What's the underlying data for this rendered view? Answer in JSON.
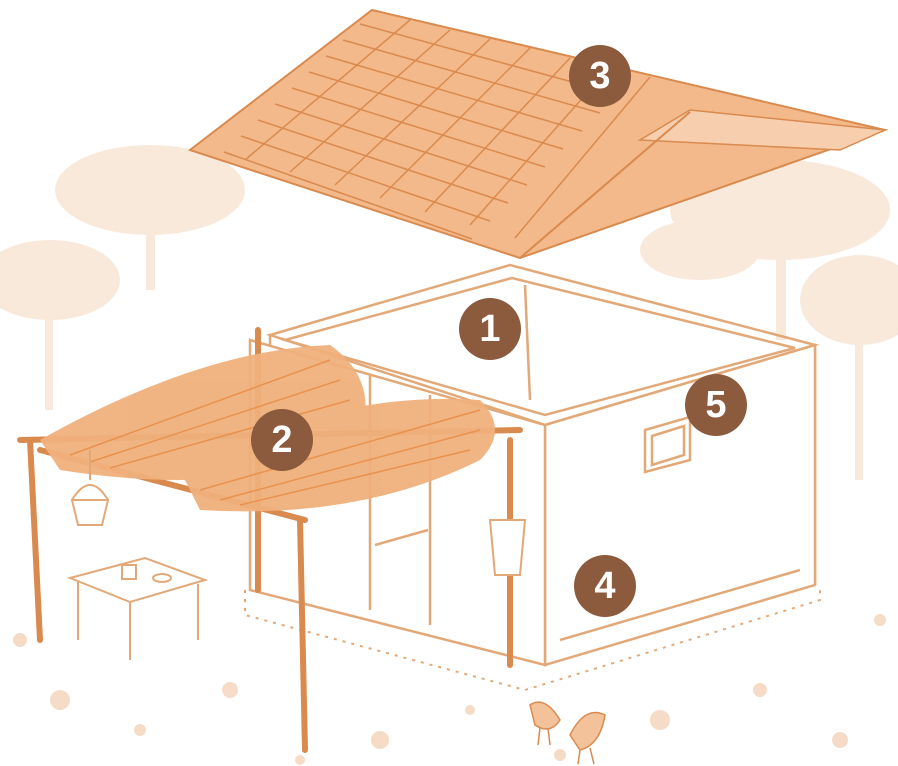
{
  "markers": [
    {
      "id": "1",
      "label": "1",
      "part": "wall-frame"
    },
    {
      "id": "2",
      "label": "2",
      "part": "shade-canopy"
    },
    {
      "id": "3",
      "label": "3",
      "part": "tiled-roof"
    },
    {
      "id": "4",
      "label": "4",
      "part": "wall-panel"
    },
    {
      "id": "5",
      "label": "5",
      "part": "window"
    }
  ],
  "colors": {
    "marker_fill": "#8c5a3c",
    "marker_text": "#ffffff",
    "line_art": "#e3a878",
    "roof_tile": "#e8a36c",
    "roof_shade": "#d98a4f",
    "thatch": "#f0b07c",
    "background_texture": "#f6dcc7"
  }
}
